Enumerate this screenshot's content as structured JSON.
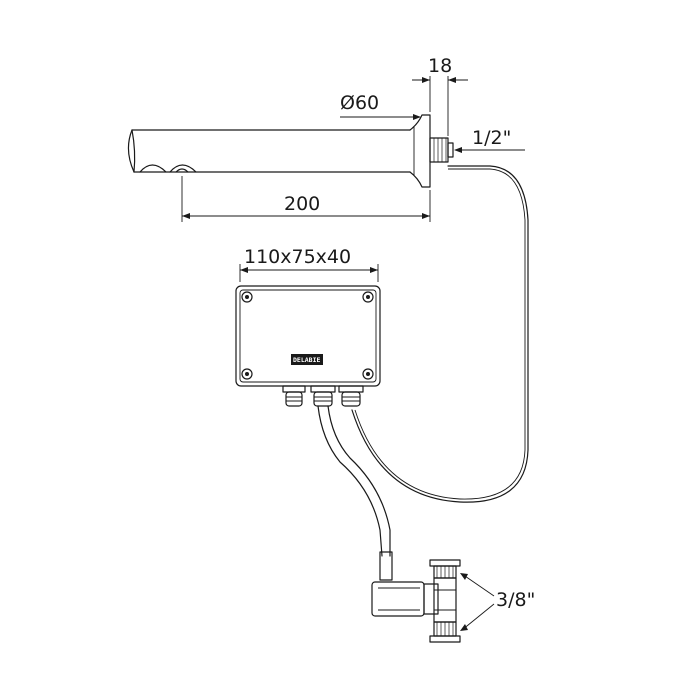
{
  "dimensions": {
    "flange_thickness": "18",
    "diameter": "Ø60",
    "thread": "1/2\"",
    "spout_length": "200",
    "box_size": "110x75x40",
    "valve_thread": "3/8\""
  },
  "badge": {
    "label": "DELABIE"
  },
  "colors": {
    "ink": "#1a1a1a",
    "background": "#ffffff"
  }
}
